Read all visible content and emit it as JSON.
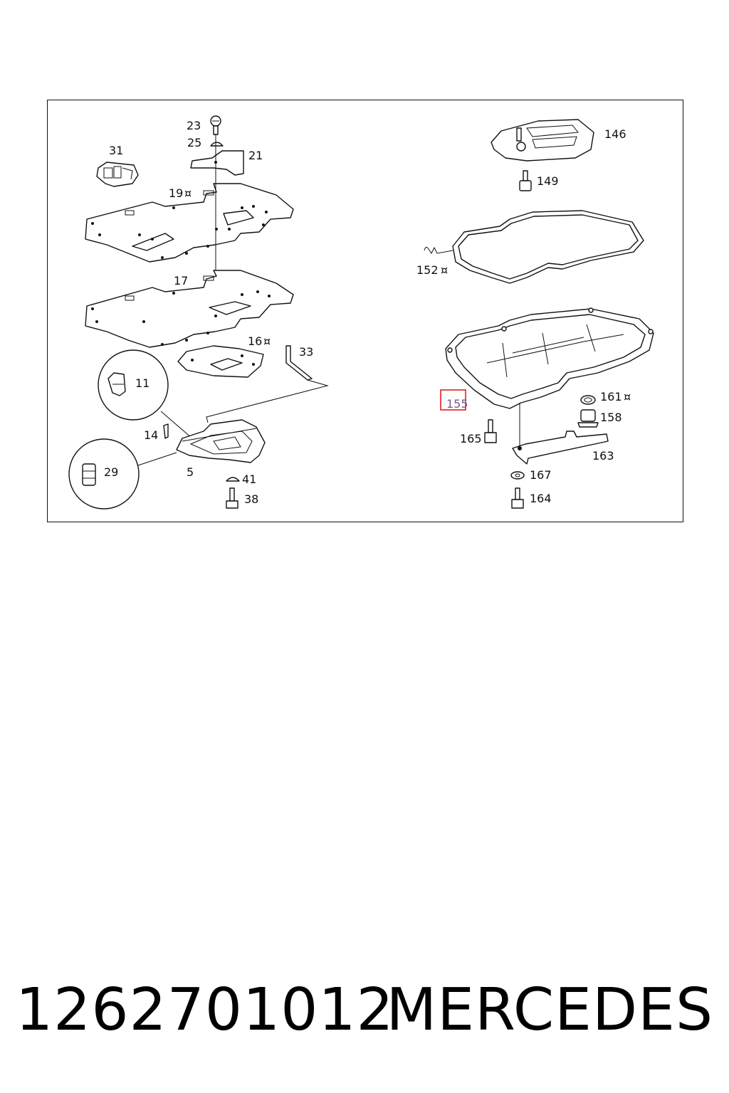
{
  "diagram": {
    "callouts": {
      "c23": "23",
      "c25": "25",
      "c21": "21",
      "c31": "31",
      "c19": "19",
      "c17": "17",
      "c16": "16",
      "c33": "33",
      "c11": "11",
      "c14": "14",
      "c5": "5",
      "c29": "29",
      "c41": "41",
      "c38": "38",
      "c146": "146",
      "c149": "149",
      "c152": "152",
      "c155": "155",
      "c161": "161",
      "c158": "158",
      "c165": "165",
      "c163": "163",
      "c167": "167",
      "c164": "164"
    },
    "highlighted_callout": "155",
    "highlight_color": "#e0201c"
  },
  "footer": {
    "part_number": "1262701012",
    "brand": "MERCEDES"
  }
}
